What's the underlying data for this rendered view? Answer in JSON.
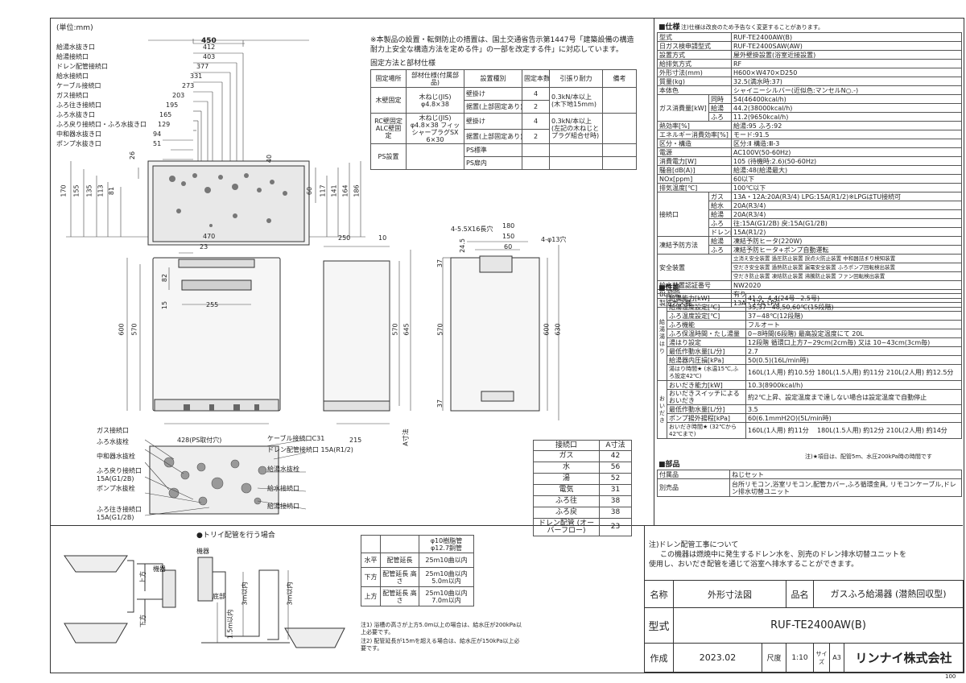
{
  "unit_label": "(単位:mm)",
  "top_view": {
    "callouts": [
      {
        "label": "給湯水抜き口",
        "dim": "412"
      },
      {
        "label": "給湯接続口",
        "dim": "403"
      },
      {
        "label": "ドレン配管接続口",
        "dim": "377"
      },
      {
        "label": "給水接続口",
        "dim": "331"
      },
      {
        "label": "ケーブル接続口",
        "dim": "273"
      },
      {
        "label": "ガス接続口",
        "dim": "203"
      },
      {
        "label": "ふろ往き接続口",
        "dim": "195"
      },
      {
        "label": "ふろ水抜き口",
        "dim": "165"
      },
      {
        "label": "ふろ戻り接続口・ふろ水抜き口",
        "dim": "129"
      },
      {
        "label": "中和器水抜き口",
        "dim": "94"
      },
      {
        "label": "ポンプ水抜き口",
        "dim": "51"
      }
    ],
    "width_dim": "450",
    "left_heights": [
      "170",
      "155",
      "135",
      "113",
      "81"
    ],
    "small_dims": [
      "26",
      "40"
    ],
    "right_heights": [
      "60",
      "117",
      "141",
      "164",
      "186"
    ]
  },
  "note_install": "※本製品の設置・転倒防止の措置は、国土交通省告示第1447号「建築設備の構造耐力上安全な構造方法を定める件」の一部を改定する件」に対応しています。",
  "fixing_title": "固定方法と部材仕様",
  "fixing_table": {
    "headers": [
      "固定場所",
      "部材仕様(付属部品)",
      "設置種別",
      "固定本数",
      "引張り耐力",
      "備考"
    ],
    "rows": [
      [
        "木壁固定",
        "木ねじ(JIS) φ4.8×38",
        "壁掛け",
        "4",
        "0.3kN/本以上(木下地15mm)",
        ""
      ],
      [
        "",
        "",
        "据置(上部固定あり)",
        "2",
        "",
        ""
      ],
      [
        "RC壁固定 ALC壁固定",
        "木ねじ(JIS) φ4.8×38 フィッシャープラグSX 6×30",
        "壁掛け",
        "4",
        "0.3kN/本以上(左記の木ねじとプラグ組合せ時)",
        ""
      ],
      [
        "",
        "",
        "据置(上部固定あり)",
        "2",
        "",
        ""
      ],
      [
        "PS設置",
        "",
        "PS標準",
        "",
        "",
        ""
      ],
      [
        "",
        "",
        "PS扉内",
        "",
        "",
        ""
      ]
    ]
  },
  "front_view": {
    "w": "470",
    "d23": "23",
    "h600": "600",
    "h570": "570",
    "d82": "82",
    "d15": "15",
    "d255": "255",
    "bottom": "428(PS取付穴)"
  },
  "side_view": {
    "w250": "250",
    "d10": "10",
    "h570": "570",
    "h645": "645",
    "d215": "215",
    "a": "A寸法"
  },
  "rear_view": {
    "d180": "180",
    "d150": "150",
    "d60": "60",
    "d24": "24.5",
    "hole1": "4-5.5X16長穴",
    "hole2": "4-φ13穴",
    "d37a": "37",
    "h570": "570",
    "h600": "600",
    "h630": "630",
    "d37b": "37"
  },
  "a_table": {
    "headers": [
      "接続口",
      "A寸法"
    ],
    "rows": [
      [
        "ガス",
        "42"
      ],
      [
        "水",
        "56"
      ],
      [
        "湯",
        "52"
      ],
      [
        "電気",
        "31"
      ],
      [
        "ふろ往",
        "38"
      ],
      [
        "ふろ戻",
        "38"
      ],
      [
        "ドレン配管 (オーバーフロー)",
        "23"
      ]
    ]
  },
  "bottom_callouts": {
    "left": [
      "ガス接続口",
      "ふろ水抜栓",
      "中和器水抜栓",
      "ふろ戻り接続口 15A(G1/2B)",
      "ポンプ水抜栓",
      "ふろ往き接続口 15A(G1/2B)"
    ],
    "right": [
      "ケーブル接続口C31",
      "ドレン配管接続口 15A(R1/2)",
      "給湯水抜栓",
      "給水接続口",
      "給湯接続口"
    ]
  },
  "piping": {
    "title": "●トリイ配管を行う場合",
    "unit_label": "機器",
    "labels": [
      "上方",
      "下方",
      "底部",
      "1.5m以内",
      "3m以内",
      "3m以内"
    ],
    "table": {
      "headers": [
        "",
        "",
        "φ10樹脂管 φ12.7銅管"
      ],
      "rows": [
        [
          "水平",
          "配管延長",
          "25m10曲以内"
        ],
        [
          "下方",
          "配管延長 高さ",
          "25m10曲以内 5.0m以内"
        ],
        [
          "上方",
          "配管延長 高さ",
          "25m10曲以内 7.0m以内"
        ]
      ]
    },
    "notes": [
      "注1) 浴槽の高さが上方5.0m以上の場合は、給水圧が200kPa以上必要です。",
      "注2) 配管延長が15mを超える場合は、給水圧が150kPa以上必要です。"
    ]
  },
  "drain_note": [
    "注)ドレン配管工事について",
    "この機器は燃焼中に発生するドレン水を、別売のドレン排水切替ユニットを",
    "使用し、おいだき配管を通じて浴室へ排水することができます。"
  ],
  "spec": {
    "title": "■仕様",
    "title_note": "注)仕様は改良のため予告なく変更することがあります。",
    "rows": [
      [
        "型式",
        "RUF-TE2400AW(B)"
      ],
      [
        "日ガス検申請型式",
        "RUF-TE2400SAW(AW)"
      ],
      [
        "設置方式",
        "屋外壁掛設置(浴室近接設置)"
      ],
      [
        "給排気方式",
        "RF"
      ],
      [
        "外形寸法(mm)",
        "H600×W470×D250"
      ],
      [
        "質量(kg)",
        "32.5(満水時:37)"
      ],
      [
        "本体色",
        "シャイニーシルバー(近似色:マンセルN○.-)"
      ]
    ],
    "gas_label": "ガス消費量[kW]",
    "gas_rows": [
      [
        "同時",
        "54(46400kcal/h)"
      ],
      [
        "給湯",
        "44.2(38000kcal/h)"
      ],
      [
        "ふろ",
        "11.2(9650kcal/h)"
      ]
    ],
    "rows2": [
      [
        "熱効率[%]",
        "給湯:95 ふろ:92"
      ],
      [
        "エネルギー消費効率[%]",
        "モード:91.5"
      ],
      [
        "区分・構造",
        "区分:Ⅱ 構造:Ⅲ-3"
      ],
      [
        "電源",
        "AC100V(50-60Hz)"
      ],
      [
        "消費電力[W]",
        "105 (待機時:2.6)(50-60Hz)"
      ],
      [
        "騒音[dB(A)]",
        "給湯:48(給湯最大)"
      ],
      [
        "NOx[ppm]",
        "60以下"
      ],
      [
        "排気温度[℃]",
        "100℃以下"
      ]
    ],
    "conn_label": "接続口",
    "conn_rows": [
      [
        "ガス",
        "13A・12A:20A(R3/4) LPG:15A(R1/2)※LPGはTU接続可"
      ],
      [
        "給水",
        "20A(R3/4)"
      ],
      [
        "給湯",
        "20A(R3/4)"
      ],
      [
        "ふろ",
        "往:15A(G1/2B) 戻:15A(G1/2B)"
      ],
      [
        "ドレン配管",
        "15A(R1/2)"
      ]
    ],
    "freeze_label": "凍結予防方法",
    "freeze_rows": [
      [
        "給湯",
        "凍結予防ヒータ(220W)"
      ],
      [
        "ふろ",
        "凍結予防ヒータ+ポンプ自動運転"
      ]
    ],
    "safety_label": "安全装置",
    "safety_rows": [
      "立消え安全装置 過圧防止装置 誤点火防止装置 中和器詰まり検知装置",
      "空だき安全装置 過熱防止装置 漏電安全装置 ふろポンプ回転検出装置",
      "空だき防止装置 凍結防止装置 沸騰防止装置 ファン回転検出装置"
    ],
    "rows3": [
      [
        "給水装置認証番号",
        "NW2020"
      ],
      [
        "BL認定",
        "有り"
      ],
      [
        "製造ガス種",
        "13A・12A LPG"
      ]
    ]
  },
  "perf": {
    "title": "■性能",
    "side1": "給湯・湯はり",
    "rows1": [
      [
        "給湯能力[kW]",
        "41.9~4.4(24号~2.5号)"
      ],
      [
        "給湯温度設定[℃]",
        "35,37~48,50,60℃(15段階)"
      ],
      [
        "ふろ温度設定[℃]",
        "37~48℃(12段階)"
      ],
      [
        "ふろ機能",
        "フルオート"
      ],
      [
        "ふろ保温時間・たし湯量",
        "0~8時間(6段階) 最高設定温度にて 20L"
      ],
      [
        "湯はり設定",
        "12段階 循環口上方7~29cm(2cm毎) 又は 10~43cm(3cm毎)"
      ],
      [
        "最低作動水量[L/分]",
        "2.7"
      ],
      [
        "給湯器内圧損[kPa]",
        "50(0.5)(16L/min時)"
      ]
    ],
    "fill_label": "湯はり時間★ (水温15℃,ふろ設定42℃)",
    "fill_vals": [
      "160L(1人用) 約10.5分",
      "180L(1.5人用) 約11分",
      "210L(2人用) 約12.5分"
    ],
    "side2": "おいだき",
    "rows2": [
      [
        "おいだき能力[kW]",
        "10.3(8900kcal/h)"
      ],
      [
        "おいだきスイッチによるおいだき",
        "約2℃上昇、設定温度まで達しない場合は設定温度で自動停止"
      ],
      [
        "最低作動水量[L/分]",
        "3.5"
      ],
      [
        "ポンプ揚外揚程[kPa]",
        "60(6.1mmH2O)(5L/min時)"
      ]
    ],
    "reheat_label": "おいだき時間★ (32℃から42℃まで)",
    "reheat_vals": [
      "160L(1人用) 約11分",
      "180L(1.5人用) 約12分",
      "210L(2人用) 約14分"
    ],
    "footnote": "注)★項目は、配管5m、水圧200kPa時の時間です"
  },
  "parts": {
    "title": "■部品",
    "rows": [
      [
        "付属品",
        "ねじセット"
      ],
      [
        "別売品",
        "台所リモコン,浴室リモコン,配管カバー,ふろ循環金具, リモコンケーブル,ドレン排水切替ユニット"
      ]
    ]
  },
  "title_block": {
    "name_label": "名称",
    "name_value": "外形寸法図",
    "product_label": "品名",
    "product_value": "ガスふろ給湯器 (潜熱回収型)",
    "model_label": "型式",
    "model_value": "RUF-TE2400AW(B)",
    "made_label": "作成",
    "made_value": "2023.02",
    "scale_label": "尺度",
    "scale_value": "1:10",
    "size_label": "サイズ",
    "size_value": "A3",
    "company": "リンナイ株式会社",
    "page": "100"
  }
}
